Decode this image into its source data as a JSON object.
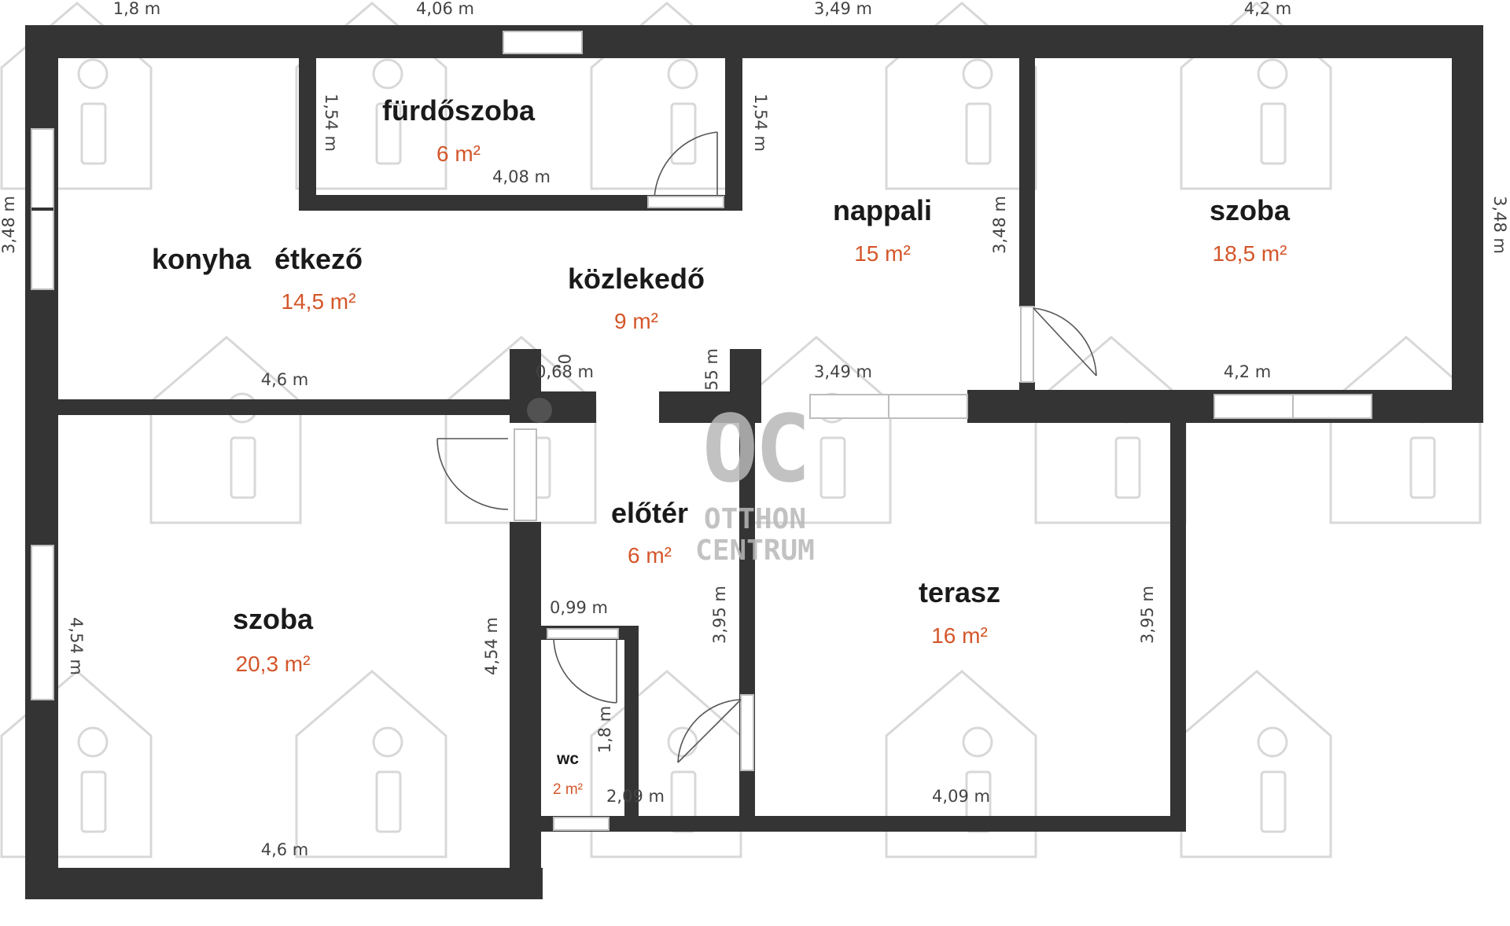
{
  "rooms": {
    "bathroom": {
      "name": "fürdőszoba",
      "area": "6 m²"
    },
    "kitchen": {
      "name": "konyha   étkező",
      "area": "14,5 m²"
    },
    "hallway": {
      "name": "közlekedő",
      "area": "9 m²"
    },
    "living": {
      "name": "nappali",
      "area": "15 m²"
    },
    "room_ne": {
      "name": "szoba",
      "area": "18,5 m²"
    },
    "room_sw": {
      "name": "szoba",
      "area": "20,3 m²"
    },
    "entry": {
      "name": "előtér",
      "area": "6 m²"
    },
    "terrace": {
      "name": "terasz",
      "area": "16 m²"
    },
    "wc": {
      "name": "wc",
      "area": "2 m²"
    }
  },
  "dimensions": {
    "top_1": "1,8 m",
    "top_2": "4,06 m",
    "top_3": "3,49 m",
    "top_4": "4,2 m",
    "left_outer": "3,48 m",
    "right_outer": "3,48 m",
    "bath_left": "1,54 m",
    "bath_right": "1,54 m",
    "bath_bottom": "4,08 m",
    "living_right": "3,48 m",
    "kitchen_bottom": "4,6 m",
    "hall_small_a": "0,68 m",
    "hall_small_b": "0,",
    "entry_small": "55 m",
    "living_bottom": "3,49 m",
    "room_ne_bottom": "4,2 m",
    "room_sw_left": "4,54 m",
    "room_sw_right": "4,54 m",
    "room_sw_bottom": "4,6 m",
    "wc_top": "0,99 m",
    "wc_side": "1,8 m",
    "entry_bottom": "2,09 m",
    "entry_left": "3,95 m",
    "terrace_right": "3,95 m",
    "terrace_bottom": "4,09 m"
  },
  "watermark": {
    "line1": "OC",
    "line2": "OTTHON",
    "line3": "CENTRUM"
  },
  "colors": {
    "wall": "#343434",
    "room_area": "#d4562a",
    "room_name": "#1a1a1a",
    "watermark": "#b8b8b8"
  }
}
